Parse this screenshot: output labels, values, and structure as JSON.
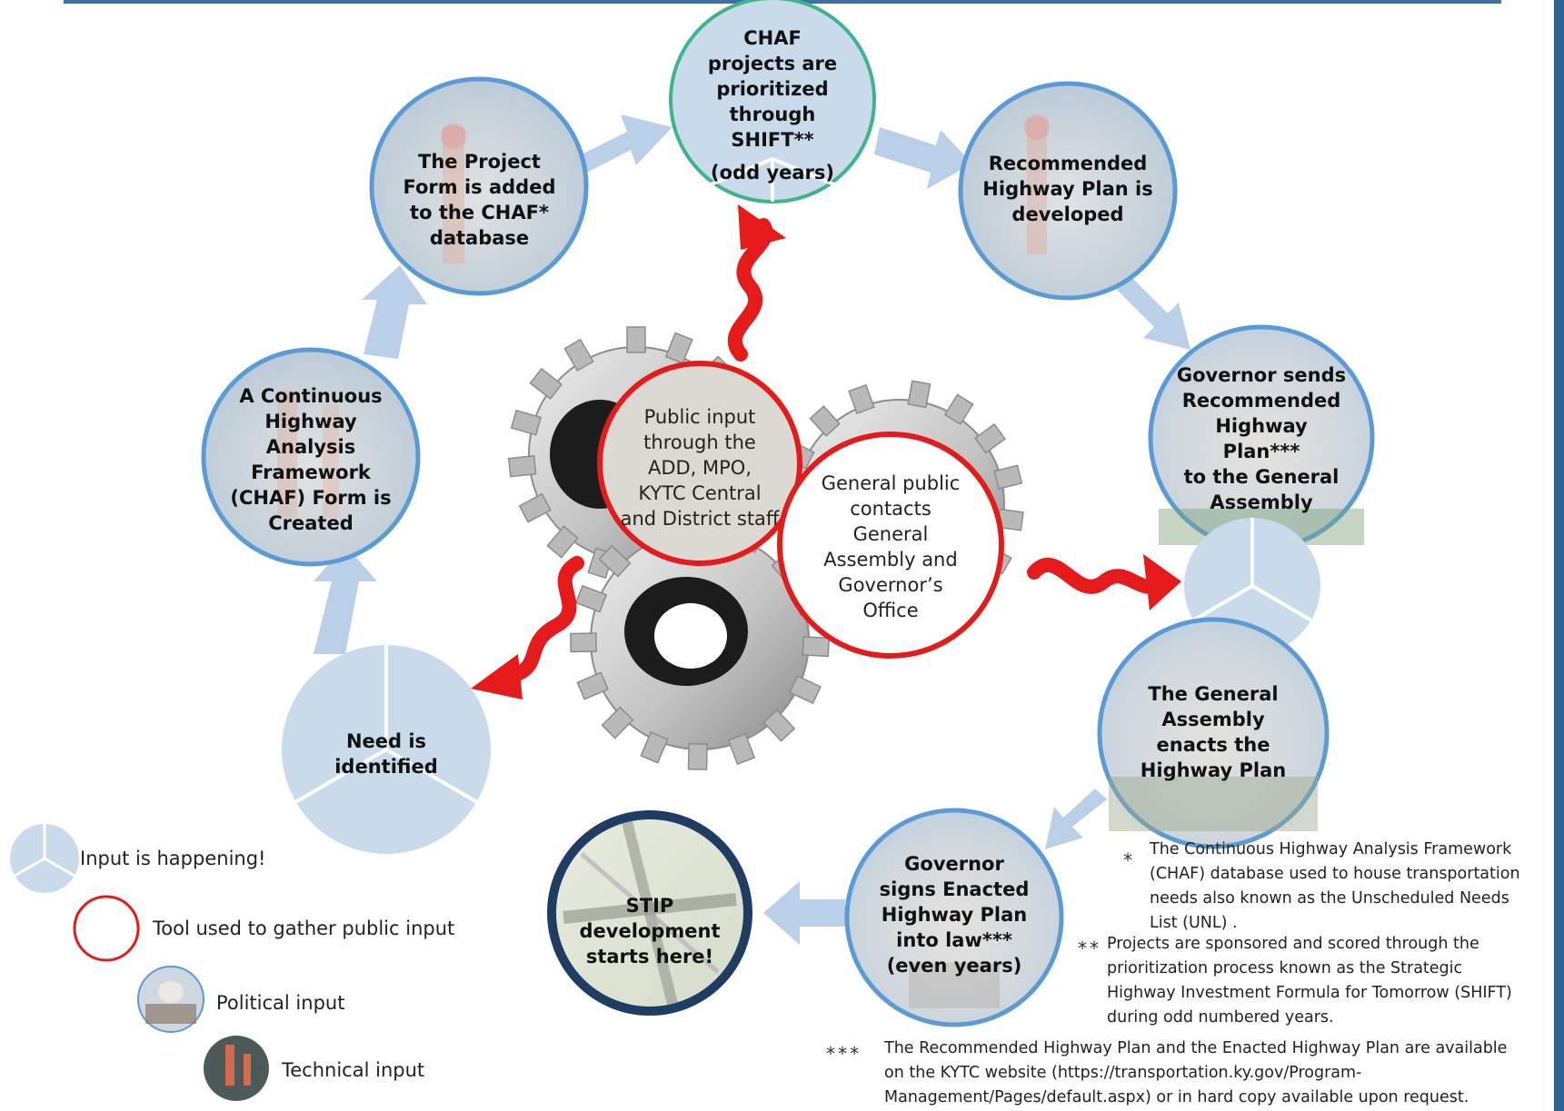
{
  "colors": {
    "frame_blue": "#3f6fa8",
    "circle_fill": "#c9dbeb",
    "circle_border": "#5b9bd5",
    "arrow_fill": "#b4cde6",
    "red_arrow": "#e51b1b",
    "stip_border": "#1f3d63",
    "gear": "#c9c9c9",
    "chaf_border": "#3eb489"
  },
  "icons": {
    "input_legend": "pie-segments-icon",
    "tool_legend": "red-ring-icon",
    "political_legend": "capitol-photo-icon",
    "technical_legend": "road-work-photo-icon",
    "center": "gears-icon"
  },
  "steps": {
    "need": [
      "Need is",
      "identified"
    ],
    "chaf_form": [
      "A Continuous",
      "Highway",
      "Analysis",
      "Framework",
      "(CHAF) Form is",
      "Created"
    ],
    "project_form": [
      "The Project",
      "Form is added",
      "to the CHAF*",
      "database"
    ],
    "chaf_prioritized": [
      "CHAF",
      "projects are",
      "prioritized",
      "through",
      "SHIFT**",
      "(odd years)"
    ],
    "recommended": [
      "Recommended",
      "Highway Plan is",
      "developed"
    ],
    "governor_sends": [
      "Governor sends",
      "Recommended",
      "Highway",
      "Plan***",
      "to the General",
      "Assembly"
    ],
    "general_assembly": [
      "The General",
      "Assembly",
      "enacts the",
      "Highway Plan"
    ],
    "governor_signs": [
      "Governor",
      "signs Enacted",
      "Highway Plan",
      "into law***",
      "(even years)"
    ],
    "stip": [
      "STIP",
      "development",
      "starts here!"
    ]
  },
  "public_tools": {
    "staff": [
      "Public input",
      "through the",
      "ADD, MPO,",
      "KYTC Central",
      "and District staff"
    ],
    "general_public": [
      "General public",
      "contacts",
      "General",
      "Assembly and",
      "Governor’s",
      "Office"
    ]
  },
  "legend": {
    "input": "Input is happening!",
    "tool": "Tool used to gather public input",
    "political": "Political input",
    "technical": "Technical input"
  },
  "footnotes": [
    {
      "mark": "*",
      "text": [
        "The Continuous  Highway Analysis Framework",
        "(CHAF) database used  to house transportation",
        "needs also known as the  Unscheduled  Needs",
        "List (UNL) ."
      ]
    },
    {
      "mark": "**",
      "text": [
        "Projects are sponsored and scored through the",
        "prioritization process  known as the Strategic",
        "Highway Investment Formula for Tomorrow  (SHIFT)",
        "during odd numbered years."
      ]
    },
    {
      "mark": "***",
      "text": [
        "The Recommended  Highway Plan and the Enacted Highway Plan are available",
        "on the KYTC website (https://transportation.ky.gov/Program-",
        "Management/Pages/default.aspx) or in hard copy available upon request."
      ]
    }
  ]
}
